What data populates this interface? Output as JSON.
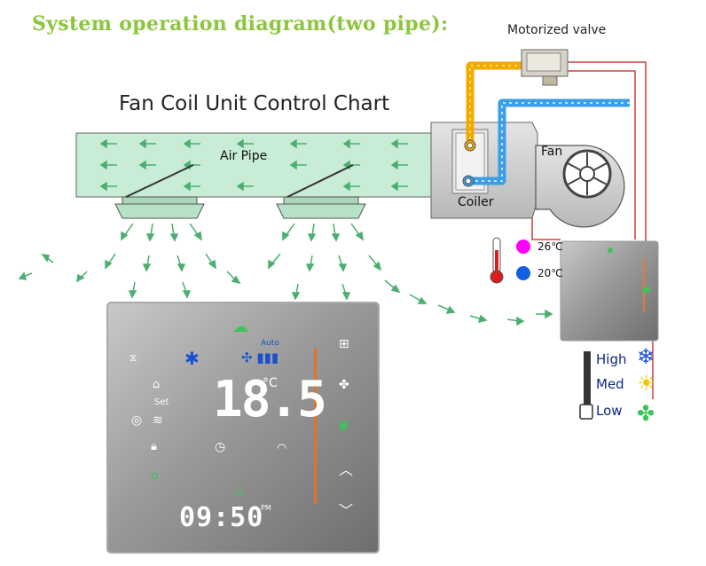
{
  "heading": "System operation diagram(two pipe):",
  "chart_title": "Fan Coil Unit Control Chart",
  "valve_label": "Motorized valve",
  "air_pipe_label": "Air Pipe",
  "fan_label": "Fan",
  "coiler_label": "Coiler",
  "temperature_legend": [
    {
      "label": "26℃",
      "color": "#ff00ff"
    },
    {
      "label": "20℃",
      "color": "#1060e0"
    }
  ],
  "speed_switch": [
    {
      "label": "High",
      "icon": "snowflake-icon"
    },
    {
      "label": "Med",
      "icon": "sun-icon"
    },
    {
      "label": "Low",
      "icon": "fan-icon"
    }
  ],
  "thermostat": {
    "mode_label": "Auto",
    "set_label": "Set",
    "temperature": "18.5",
    "unit": "°C",
    "clock": "09:50",
    "clock_suffix": "PM"
  },
  "colors": {
    "hot_pipe": "#f5a800",
    "cold_pipe": "#3a9ee8",
    "airflow": "#4cae70",
    "duct_fill": "#c8ecd6",
    "heading": "#8cc63f",
    "wire": "#c41e1e"
  }
}
